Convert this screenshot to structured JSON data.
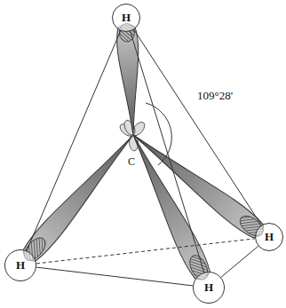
{
  "diagram": {
    "nodes": [
      {
        "text": [
          "H"
        ]
      },
      {
        "text": [
          "H"
        ]
      },
      {
        "text": [
          "H"
        ]
      },
      {
        "text": [
          "H"
        ]
      }
    ],
    "edges": [
      {
        "from": 0,
        "to": 1,
        "arrow": "none"
      },
      {
        "from": 0,
        "to": 2,
        "arrow": "none"
      },
      {
        "from": 0,
        "to": 3,
        "arrow": "none"
      },
      {
        "from": 1,
        "to": 3,
        "arrow": "none"
      },
      {
        "from": 3,
        "to": 2,
        "arrow": "none"
      },
      {
        "from": 1,
        "to": 2,
        "arrow": "none"
      }
    ],
    "labels": [
      "109°28'",
      "C"
    ]
  }
}
